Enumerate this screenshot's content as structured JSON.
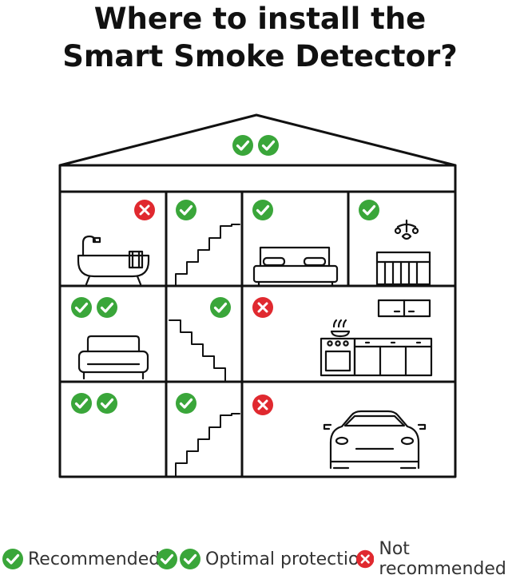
{
  "title": {
    "line1": "Where to install the",
    "line2": "Smart Smoke Detector?"
  },
  "colors": {
    "recommended": "#3aa63a",
    "not_recommended": "#e0292f",
    "line": "#111111"
  },
  "rooms": [
    {
      "id": "attic",
      "status": "optimal",
      "icons": [
        "check-icon",
        "check-icon"
      ]
    },
    {
      "id": "bathroom",
      "status": "not_recommended",
      "icons": [
        "cross-icon"
      ]
    },
    {
      "id": "stairs-top",
      "status": "recommended",
      "icons": [
        "check-icon"
      ]
    },
    {
      "id": "bedroom",
      "status": "recommended",
      "icons": [
        "check-icon"
      ]
    },
    {
      "id": "nursery",
      "status": "recommended",
      "icons": [
        "check-icon"
      ]
    },
    {
      "id": "living-room",
      "status": "optimal",
      "icons": [
        "check-icon",
        "check-icon"
      ]
    },
    {
      "id": "stairs-middle",
      "status": "recommended",
      "icons": [
        "check-icon"
      ]
    },
    {
      "id": "kitchen",
      "status": "not_recommended",
      "icons": [
        "cross-icon"
      ]
    },
    {
      "id": "basement",
      "status": "optimal",
      "icons": [
        "check-icon",
        "check-icon"
      ]
    },
    {
      "id": "stairs-bottom",
      "status": "recommended",
      "icons": [
        "check-icon"
      ]
    },
    {
      "id": "garage",
      "status": "not_recommended",
      "icons": [
        "cross-icon"
      ]
    }
  ],
  "legend": {
    "recommended": "Recommended",
    "optimal": "Optimal protection",
    "not_recommended": "Not recommended"
  }
}
